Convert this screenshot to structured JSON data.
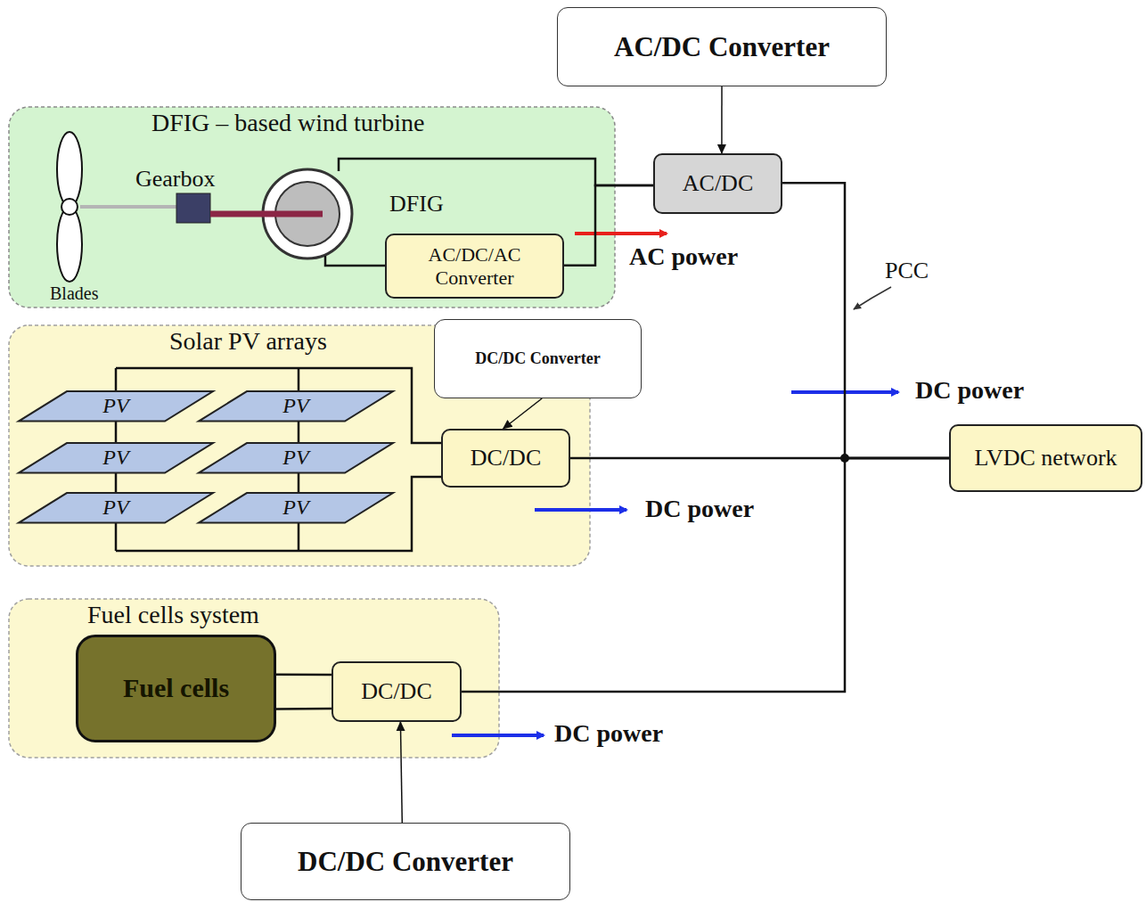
{
  "diagram": {
    "nodes": [
      {
        "text": [
          "AC/DC Converter"
        ]
      },
      {
        "text": [
          "DFIG – based wind turbine"
        ]
      },
      {
        "text": [
          "AC/DC/AC Converter"
        ],
        "in": 1
      },
      {
        "text": [
          "AC/DC"
        ]
      },
      {
        "text": [
          "Solar PV arrays"
        ]
      },
      {
        "text": [
          "PV"
        ],
        "in": 4
      },
      {
        "text": [
          "PV"
        ],
        "in": 4
      },
      {
        "text": [
          "PV"
        ],
        "in": 4
      },
      {
        "text": [
          "PV"
        ],
        "in": 4
      },
      {
        "text": [
          "PV"
        ],
        "in": 4
      },
      {
        "text": [
          "PV"
        ],
        "in": 4
      },
      {
        "text": [
          "DC/DC Converter"
        ]
      },
      {
        "text": [
          "DC/DC"
        ],
        "in": 4
      },
      {
        "text": [
          "LVDC network"
        ]
      },
      {
        "text": [
          "Fuel cells system"
        ]
      },
      {
        "text": [
          "Fuel cells"
        ],
        "in": 14
      },
      {
        "text": [
          "DC/DC"
        ],
        "in": 14
      },
      {
        "text": [
          "DC/DC Converter"
        ]
      }
    ],
    "edges": [
      {
        "from": 0,
        "to": 3,
        "arrow": "to"
      },
      {
        "from": 2,
        "to": 3,
        "arrow": "none"
      },
      {
        "from": 3,
        "to": 13,
        "arrow": "none"
      },
      {
        "from": 12,
        "to": 13,
        "arrow": "none"
      },
      {
        "from": 16,
        "to": 13,
        "arrow": "none"
      },
      {
        "from": 15,
        "to": 16,
        "arrow": "none"
      },
      {
        "from": 15,
        "to": 16,
        "arrow": "none"
      },
      {
        "from": 11,
        "to": 12,
        "arrow": "to"
      },
      {
        "from": 17,
        "to": 16,
        "arrow": "to"
      }
    ],
    "labels": [
      "Gearbox",
      "DFIG",
      "Blades",
      "AC power",
      "PCC",
      "DC power",
      "DC power",
      "DC power"
    ]
  }
}
